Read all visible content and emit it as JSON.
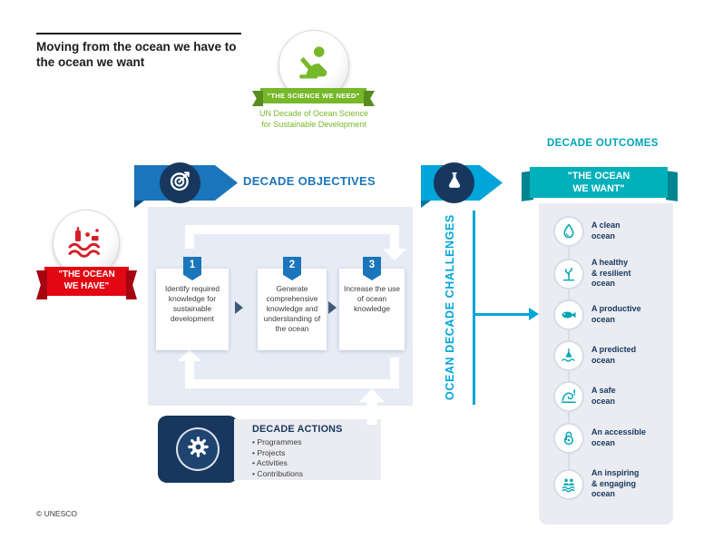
{
  "palette": {
    "navy": "#17375e",
    "blue": "#1b75bb",
    "cyan": "#00a5d9",
    "teal": "#00b0ba",
    "green": "#76b82a",
    "red": "#e30613"
  },
  "header": {
    "title": "Moving from the ocean we have to\nthe ocean we want",
    "copyright": "© UNESCO"
  },
  "science": {
    "banner": "\"THE SCIENCE WE NEED\"",
    "subtitle": "UN Decade of Ocean Science\nfor Sustainable Development"
  },
  "ocean_we_have": {
    "banner_line1": "\"THE OCEAN",
    "banner_line2": "WE HAVE\""
  },
  "objectives": {
    "title": "DECADE OBJECTIVES",
    "steps": [
      {
        "number": "1",
        "text": "Identify required knowledge for sustainable development"
      },
      {
        "number": "2",
        "text": "Generate comprehensive knowledge and understanding of the ocean"
      },
      {
        "number": "3",
        "text": "Increase the use of ocean knowledge"
      }
    ]
  },
  "actions": {
    "title": "DECADE ACTIONS",
    "items": [
      "Programmes",
      "Projects",
      "Activities",
      "Contributions"
    ]
  },
  "challenges": {
    "label": "OCEAN DECADE CHALLENGES"
  },
  "outcomes": {
    "title": "DECADE OUTCOMES",
    "banner_line1": "\"THE OCEAN",
    "banner_line2": "WE WANT\"",
    "items": [
      {
        "icon": "droplet-icon",
        "label": "A clean\nocean"
      },
      {
        "icon": "coral-icon",
        "label": "A healthy\n& resilient\nocean"
      },
      {
        "icon": "fish-icon",
        "label": "A productive\nocean"
      },
      {
        "icon": "buoy-icon",
        "label": "A predicted\nocean"
      },
      {
        "icon": "wave-alert-icon",
        "label": "A safe\nocean"
      },
      {
        "icon": "open-access-icon",
        "label": "An accessible\nocean"
      },
      {
        "icon": "people-wave-icon",
        "label": "An inspiring\n& engaging\nocean"
      }
    ]
  }
}
